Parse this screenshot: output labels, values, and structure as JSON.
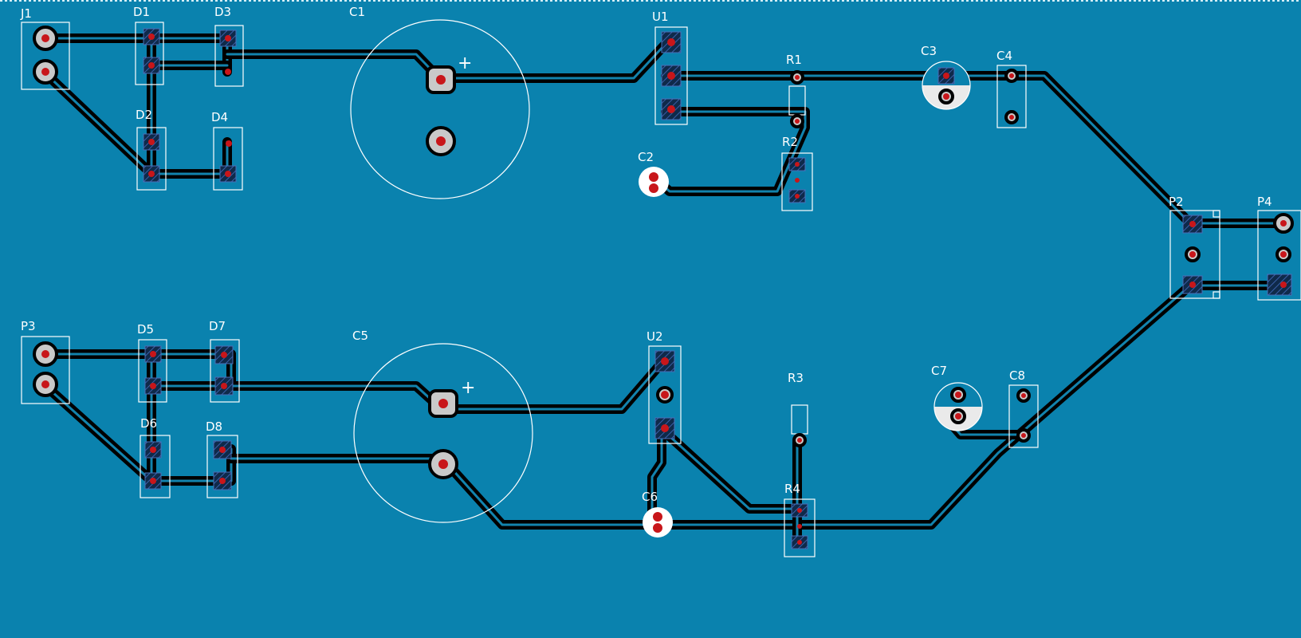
{
  "app": {
    "canvas_background": "#0a82ae",
    "track_color": "#000000",
    "silkscreen_color": "#ffffff",
    "pad_color": "#c9c9c9",
    "drill_color": "#c8161a"
  },
  "components": {
    "J1": "J1",
    "D1": "D1",
    "D2": "D2",
    "D3": "D3",
    "D4": "D4",
    "C1": "C1",
    "U1": "U1",
    "R1": "R1",
    "R2": "R2",
    "C2": "C2",
    "C3": "C3",
    "C4": "C4",
    "P2": "P2",
    "P4": "P4",
    "P3": "P3",
    "D5": "D5",
    "D6": "D6",
    "D7": "D7",
    "D8": "D8",
    "C5": "C5",
    "U2": "U2",
    "R3": "R3",
    "R4": "R4",
    "C6": "C6",
    "C7": "C7",
    "C8": "C8"
  },
  "polarity": {
    "C1": "+",
    "C5": "+"
  }
}
